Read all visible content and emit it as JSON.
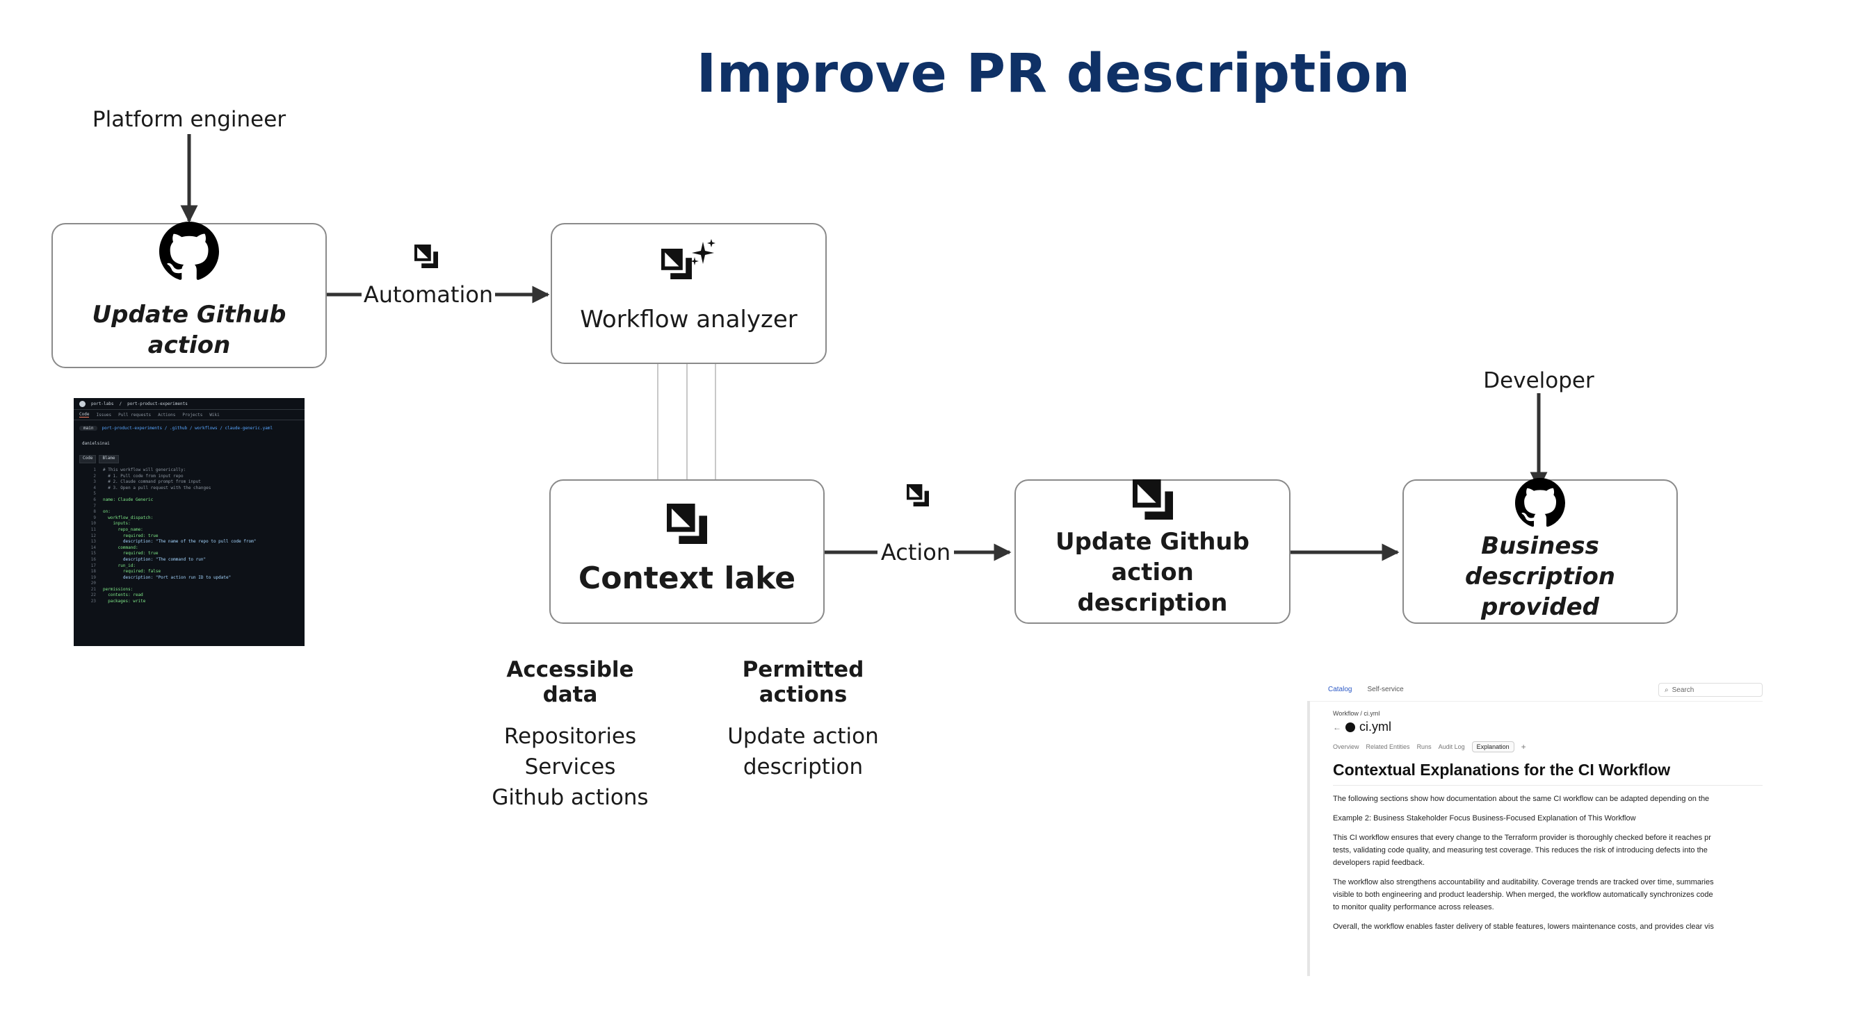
{
  "title": "Improve PR description",
  "colors": {
    "title": "#0f3166",
    "arrow": "#333333",
    "box_border": "#8a8a8a"
  },
  "actors": {
    "platform_engineer": "Platform engineer",
    "developer": "Developer"
  },
  "nodes": {
    "update_action": {
      "label": "Update Github action",
      "icon": "github-icon"
    },
    "workflow_analyzer": {
      "label": "Workflow analyzer",
      "icon": "port-ai-sparkle-icon"
    },
    "context_lake": {
      "label": "Context lake",
      "icon": "port-logo-icon"
    },
    "update_description": {
      "label_line1": "Update Github action",
      "label_line2": "description",
      "icon": "port-logo-icon"
    },
    "business_description": {
      "label_line1": "Business description",
      "label_line2": "provided",
      "icon": "github-icon"
    }
  },
  "edges": {
    "automation": {
      "label": "Automation",
      "icon": "port-logo-icon"
    },
    "action": {
      "label": "Action",
      "icon": "port-logo-icon"
    }
  },
  "accessible_data": {
    "heading": "Accessible data",
    "items": [
      "Repositories",
      "Services",
      "Github actions"
    ]
  },
  "permitted_actions": {
    "heading": "Permitted actions",
    "items": [
      "Update action",
      "description"
    ]
  },
  "code_screenshot": {
    "org": "port-labs",
    "repo": "port-product-experiments",
    "tabs": [
      "Code",
      "Issues",
      "Pull requests",
      "Actions",
      "Projects",
      "Wiki"
    ],
    "branch": "main",
    "path": "port-product-experiments / .github / workflows / claude-generic.yaml",
    "author": "danielsinai",
    "view_tabs": [
      "Code",
      "Blame"
    ],
    "lines": [
      "# This workflow will generically:",
      "  # 1. Pull code from input repo",
      "  # 2. Claude command prompt from input",
      "  # 3. Open a pull request with the changes",
      "",
      "name: Claude Generic",
      "",
      "on:",
      "  workflow_dispatch:",
      "    inputs:",
      "      repo_name:",
      "        required: true",
      "        description: \"The name of the repo to pull code from\"",
      "      command:",
      "        required: true",
      "        description: \"The command to run\"",
      "      run_id:",
      "        required: false",
      "        description: \"Port action run ID to update\"",
      "",
      "permissions:",
      "  contents: read",
      "  packages: write"
    ]
  },
  "catalog_screenshot": {
    "nav": [
      "Catalog",
      "Self-service"
    ],
    "search_placeholder": "Search",
    "breadcrumb": "Workflow / ci.yml",
    "entity": "ci.yml",
    "tabs": [
      "Overview",
      "Related Entities",
      "Runs",
      "Audit Log",
      "Explanation"
    ],
    "active_tab": "Explanation",
    "heading": "Contextual Explanations for the CI Workflow",
    "paragraphs": [
      "The following sections show how documentation about the same CI workflow can be adapted depending on the",
      "Example 2: Business Stakeholder Focus Business-Focused Explanation of This Workflow",
      "This CI workflow ensures that every change to the Terraform provider is thoroughly checked before it reaches pr",
      "tests, validating code quality, and measuring test coverage. This reduces the risk of introducing defects into the",
      "developers rapid feedback.",
      "The workflow also strengthens accountability and auditability. Coverage trends are tracked over time, summaries",
      "visible to both engineering and product leadership. When merged, the workflow automatically synchronizes code",
      "to monitor quality performance across releases.",
      "Overall, the workflow enables faster delivery of stable features, lowers maintenance costs, and provides clear vis"
    ]
  }
}
